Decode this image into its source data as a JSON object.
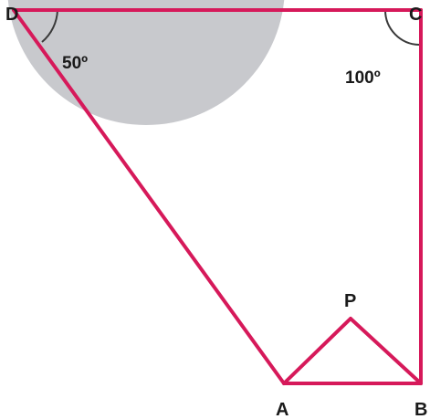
{
  "figure": {
    "points": {
      "D": "D",
      "C": "C",
      "A": "A",
      "B": "B",
      "P": "P"
    },
    "angles": {
      "D": "50º",
      "C": "100º"
    }
  },
  "colors": {
    "edge": "#d6195a",
    "arc": "#3a3a3a",
    "disc": "#c8c9cd",
    "text": "#1a1a1a"
  }
}
